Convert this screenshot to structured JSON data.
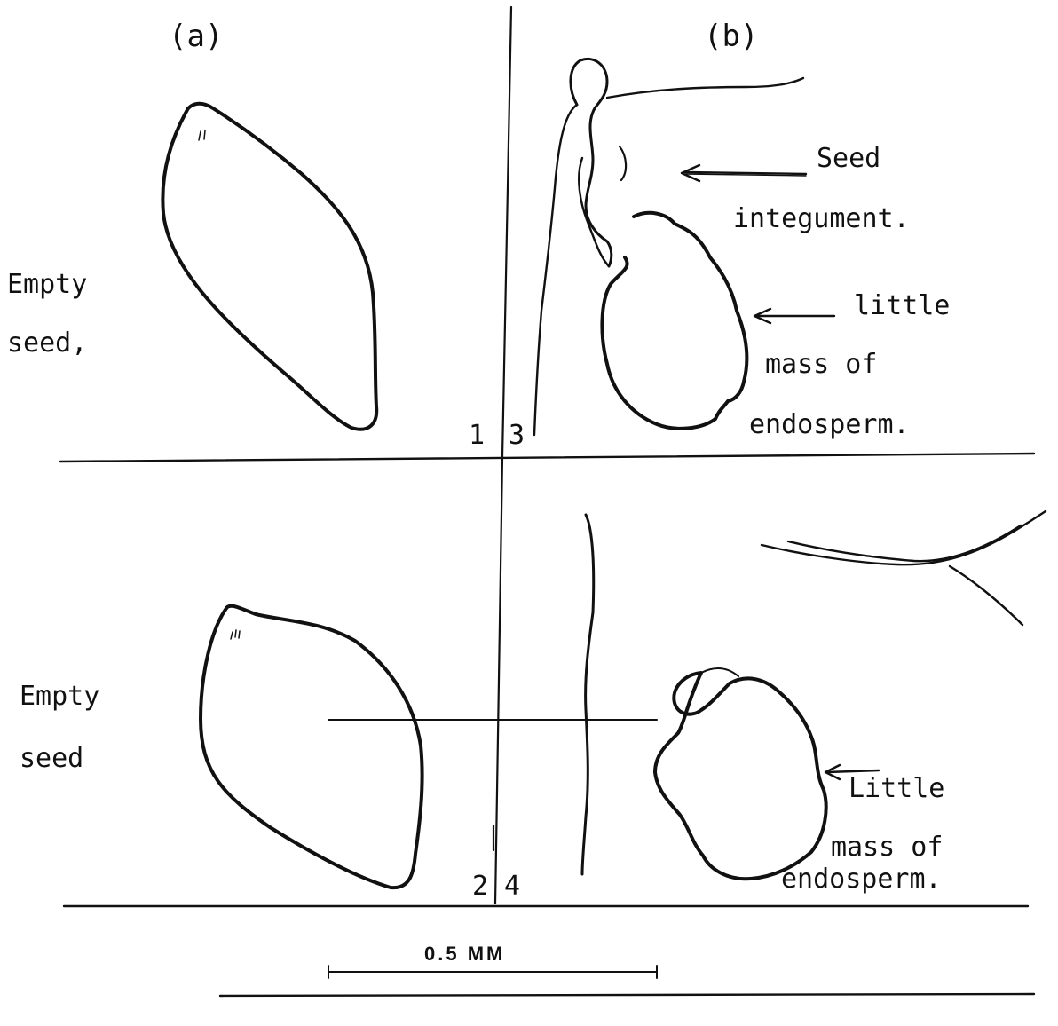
{
  "panel_labels": {
    "a": "(a)",
    "b": "(b)"
  },
  "quadrant_numbers": {
    "q1": "1",
    "q2": "2",
    "q3": "3",
    "q4": "4"
  },
  "labels": {
    "empty_seed_1": [
      "Empty",
      "seed,"
    ],
    "empty_seed_2": [
      "Empty",
      "seed"
    ],
    "seed_integument": [
      "Seed",
      "integument."
    ],
    "endosperm_1": [
      "little",
      "mass of",
      "endosperm."
    ],
    "endosperm_2": [
      "Little",
      "mass of",
      "endosperm."
    ]
  },
  "scale_bar": {
    "label": "0.5 MM"
  },
  "colors": {
    "ink": "#111111",
    "background": "#ffffff"
  }
}
